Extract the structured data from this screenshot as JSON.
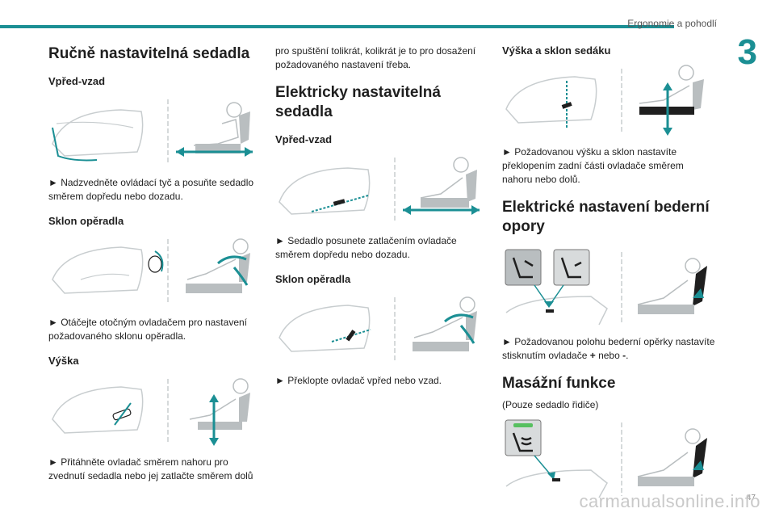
{
  "header": {
    "title": "Ergonomie a pohodlí",
    "chapter": "3",
    "page_number": "47"
  },
  "watermark": "carmanualsonline.info",
  "col1": {
    "title": "Ručně nastavitelná sedadla",
    "s1": {
      "heading": "Vpřed-vzad",
      "text": "► Nadzvedněte ovládací tyč a posuňte sedadlo směrem dopředu nebo dozadu."
    },
    "s2": {
      "heading": "Sklon opěradla",
      "text": "► Otáčejte otočným ovladačem pro nastavení požadovaného sklonu opěradla."
    },
    "s3": {
      "heading": "Výška",
      "text": "► Přitáhněte ovladač směrem nahoru pro zvednutí sedadla nebo jej zatlačte směrem dolů"
    }
  },
  "col2": {
    "intro": "pro spuštění tolikrát, kolikrát je to pro dosažení požadovaného nastavení třeba.",
    "title": "Elektricky nastavitelná sedadla",
    "s1": {
      "heading": "Vpřed-vzad",
      "text": "► Sedadlo posunete zatlačením ovladače směrem dopředu nebo dozadu."
    },
    "s2": {
      "heading": "Sklon opěradla",
      "text": "► Překlopte ovladač vpřed nebo vzad."
    }
  },
  "col3": {
    "s1": {
      "heading": "Výška a sklon sedáku",
      "text": "► Požadovanou výšku a sklon nastavíte překlopením zadní části ovladače směrem nahoru nebo dolů."
    },
    "s2": {
      "heading": "Elektrické nastavení bederní opory",
      "text_before": "► Požadovanou polohu bederní opěrky nastavíte stisknutím ovladače ",
      "plus": "+",
      "mid": " nebo ",
      "minus": "-",
      "end": "."
    },
    "s3": {
      "heading": "Masážní funkce",
      "text": "(Pouze sedadlo řidiče)"
    }
  },
  "colors": {
    "accent": "#1b8f94",
    "seat": "#b9bec0",
    "line": "#c8cdcf"
  },
  "icons": [
    "seat-forward-back-illustration",
    "recline-illustration",
    "height-illustration",
    "lumbar-button-icon",
    "massage-button-icon"
  ]
}
